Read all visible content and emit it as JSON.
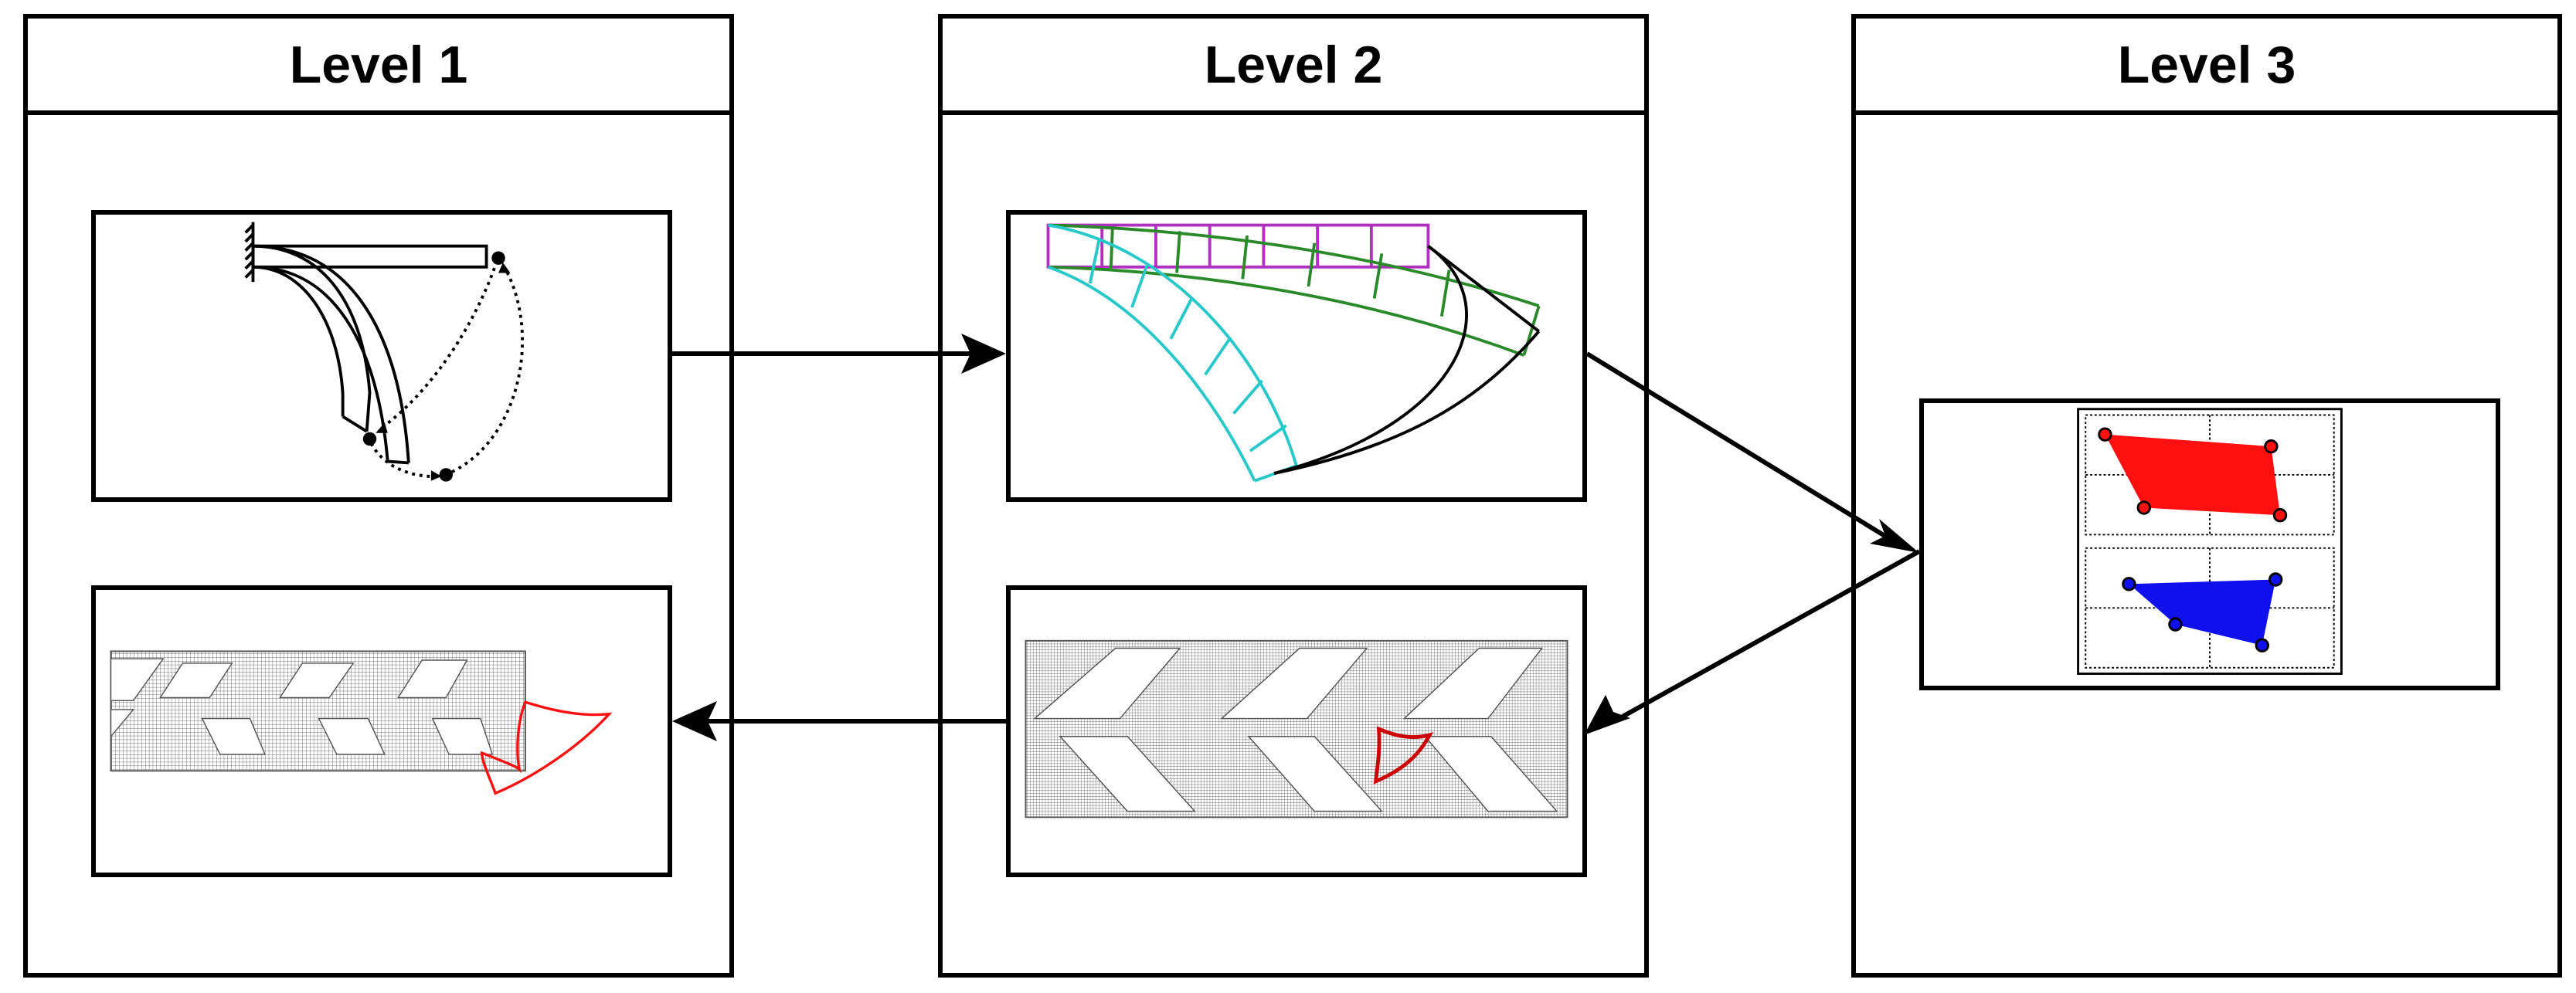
{
  "levels": [
    {
      "title": "Level 1"
    },
    {
      "title": "Level 2"
    },
    {
      "title": "Level 3"
    }
  ],
  "colors": {
    "frame": "#000000",
    "magenta": "#b030c0",
    "green": "#2a8a2a",
    "cyan": "#28c8c8",
    "red": "#ff1010",
    "dark_red": "#cc0000",
    "blue": "#1010ee",
    "mesh": "#808080"
  },
  "icons": [
    "fixed-support-icon",
    "node-dot-icon",
    "arrow-head-icon"
  ]
}
